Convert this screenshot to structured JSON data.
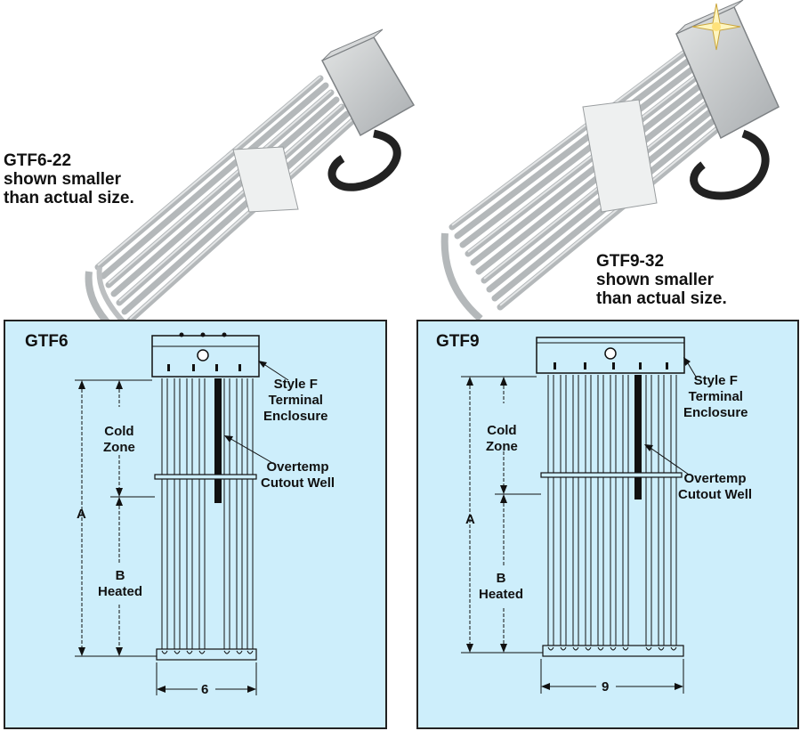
{
  "photo_gtf6": {
    "caption_lines": [
      "GTF6-22",
      "shown smaller",
      "than actual size."
    ]
  },
  "photo_gtf9": {
    "caption_lines": [
      "GTF9-32",
      "shown smaller",
      "than actual size."
    ]
  },
  "panel_gtf6": {
    "title": "GTF6",
    "label_enclosure": [
      "Style F",
      "Terminal",
      "Enclosure"
    ],
    "label_cold_zone": [
      "Cold",
      "Zone"
    ],
    "label_overtemp": [
      "Overtemp",
      "Cutout Well"
    ],
    "label_a": "A",
    "label_b": [
      "B",
      "Heated"
    ],
    "label_width": "6"
  },
  "panel_gtf9": {
    "title": "GTF9",
    "label_enclosure": [
      "Style F",
      "Terminal",
      "Enclosure"
    ],
    "label_cold_zone": [
      "Cold",
      "Zone"
    ],
    "label_overtemp": [
      "Overtemp",
      "Cutout Well"
    ],
    "label_a": "A",
    "label_b": [
      "B",
      "Heated"
    ],
    "label_width": "9"
  },
  "colors": {
    "panel_fill": "#cdeefb",
    "metal": "#c9ccce",
    "dark": "#111111"
  }
}
